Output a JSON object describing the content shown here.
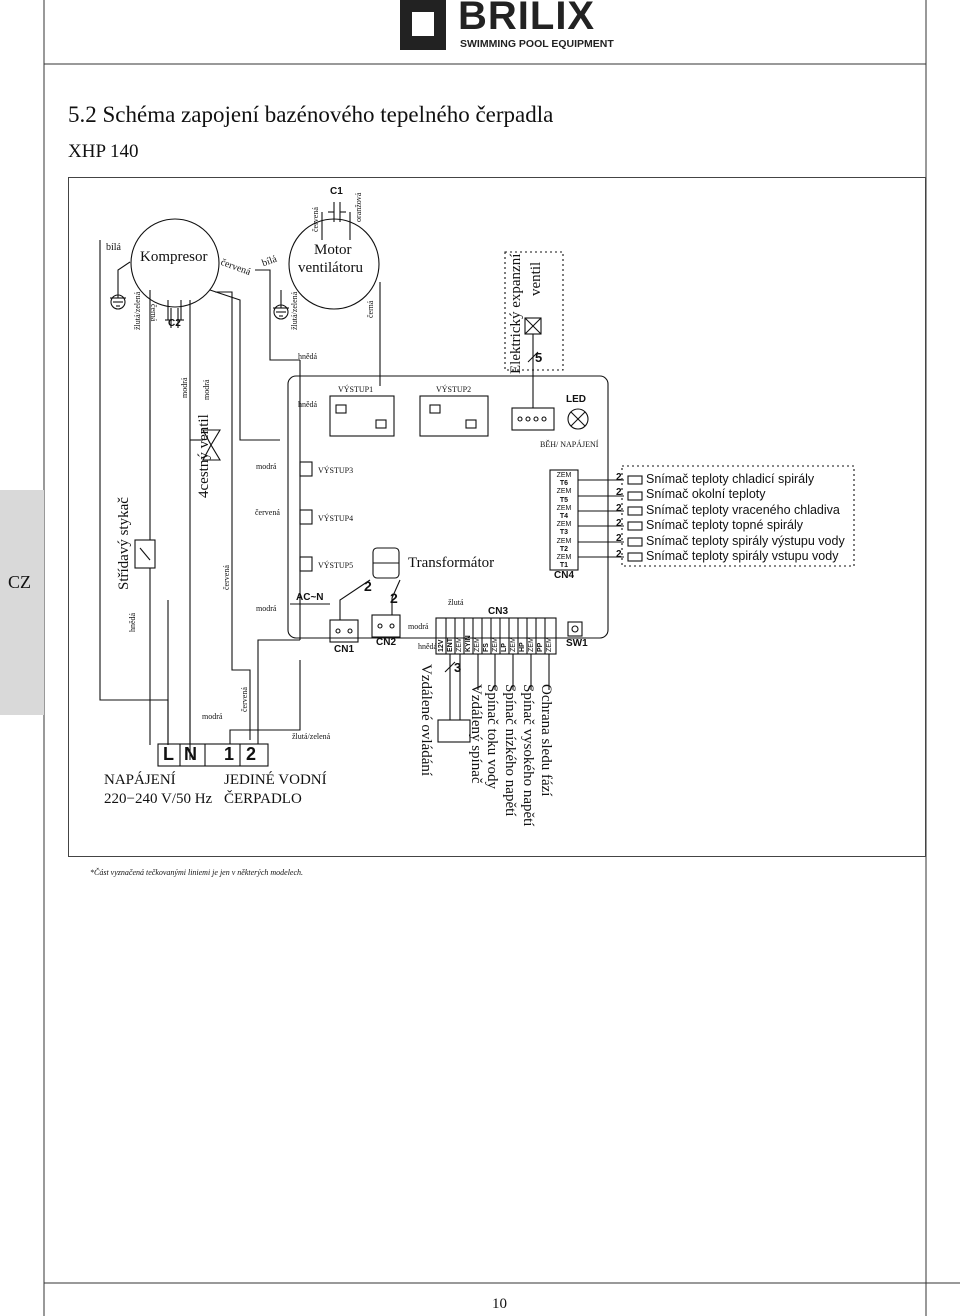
{
  "brand": {
    "name": "BRILIX",
    "tagline": "SWIMMING POOL EQUIPMENT"
  },
  "section_title": "5.2 Schéma zapojení bazénového tepelného čerpadla",
  "model": "XHP 140",
  "lang_tab": "CZ",
  "footnote": "*Část vyznačená tečkovanými liniemi je jen v některých modelech.",
  "page_number": "10",
  "diagram": {
    "capacitor_c1": "C1",
    "capacitor_c2": "C2",
    "c1_red": "červená",
    "c1_orange": "oranžová",
    "white_left": "bílá",
    "compressor": "Kompresor",
    "comp_red": "červená",
    "comp_white": "bílá",
    "yellow_green_1": "žlutá/zelená",
    "black_1": "černá",
    "fan_motor_l1": "Motor",
    "fan_motor_l2": "ventilátoru",
    "yellow_green_2": "žlutá/zelená",
    "fan_black": "černá",
    "brown_top": "hnědá",
    "blue_1": "modrá",
    "blue_2": "modrá",
    "brown_2": "hnědá",
    "vystup1": "VÝSTUP1",
    "vystup2": "VÝSTUP2",
    "vystup3": "VÝSTUP3",
    "vystup4": "VÝSTUP4",
    "vystup5": "VÝSTUP5",
    "four_way": "4cestný ventil",
    "contactor": "Střídavý stykač",
    "brown_contactor": "hnědá",
    "red_valve": "červená",
    "blue_v3": "modrá",
    "red_v4": "červená",
    "blue_ac": "modrá",
    "acn": "AC~N",
    "cn1": "CN1",
    "cn2": "CN2",
    "num_2a": "2",
    "num_2b": "2",
    "transformer": "Transformátor",
    "expansion_l1": "Elektrický expanzní",
    "expansion_l2": "ventil",
    "num_5": "5",
    "led": "LED",
    "run_power": "BĚH/ NAPÁJENÍ",
    "cn4": "CN4",
    "cn4_pins": [
      "ZEM",
      "T6",
      "ZEM",
      "T5",
      "ZEM",
      "T4",
      "ZEM",
      "T3",
      "ZEM",
      "T2",
      "ZEM",
      "T1"
    ],
    "sensors": [
      "Snímač teploty chladicí spirály",
      "Snímač okolní teploty",
      "Snímač teploty vraceného chladiva",
      "Snímač teploty topné spirály",
      "Snímač teploty spirály výstupu vody",
      "Snímač teploty spirály vstupu vody"
    ],
    "sensor_num": "2",
    "yellow": "žlutá",
    "blue_cn3": "modrá",
    "brown_cn3": "hnědá",
    "cn3": "CN3",
    "cn3_pins": [
      "12V",
      "ENT",
      "ZEM",
      "KYIN",
      "ZEM",
      "FS",
      "ZEM",
      "LP",
      "ZEM",
      "HP",
      "ZEM",
      "PP",
      "ZEM"
    ],
    "sw1": "SW1",
    "num_3": "3",
    "remote_control": "Vzdálené ovládání",
    "remote_switch": "Vzdálený spínač",
    "flow_switch": "Spínač toku vody",
    "low_pressure": "Spínač nízkého napětí",
    "high_pressure": "Spínač vysokého napětí",
    "phase_protect": "Ochrana sledu fází",
    "red_bottom": "červená",
    "blue_bottom": "modrá",
    "yellow_green_bottom": "žlutá/zelená",
    "terminal_labels": [
      "L",
      "N",
      "1",
      "2"
    ],
    "power_l1": "NAPÁJENÍ",
    "power_l2": "220−240 V/50 Hz",
    "pump_l1": "JEDINÉ VODNÍ",
    "pump_l2": "ČERPADLO"
  }
}
